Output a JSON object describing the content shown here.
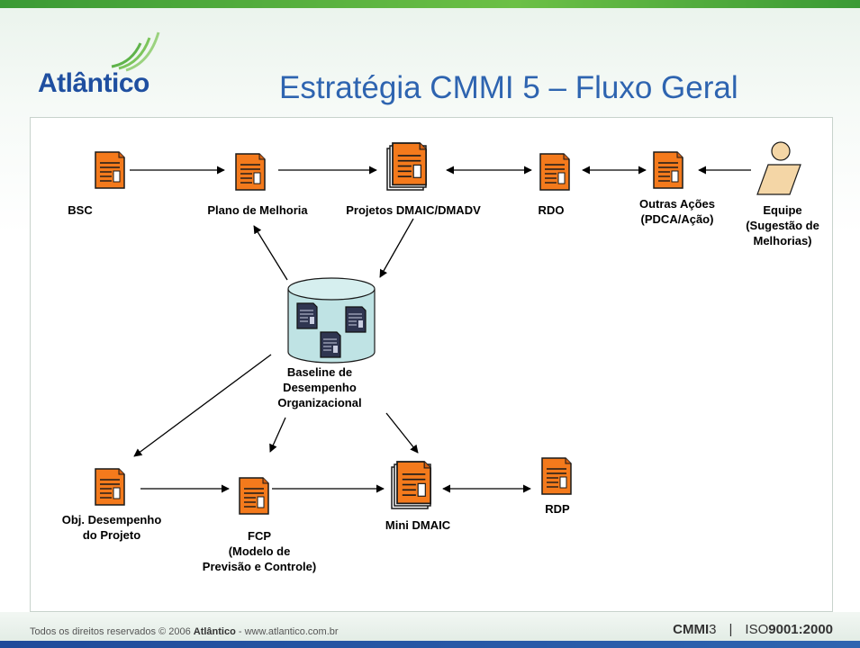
{
  "header": {
    "logo_text": "Atlântico",
    "title": "Estratégia CMMI 5 – Fluxo Geral"
  },
  "diagram": {
    "nodes": {
      "bsc": "BSC",
      "plano": "Plano de Melhoria",
      "projetos": "Projetos DMAIC/DMADV",
      "rdo": "RDO",
      "outras": "Outras Ações\n(PDCA/Ação)",
      "equipe": "Equipe\n(Sugestão de\nMelhorias)",
      "baseline": "Baseline de\nDesempenho\nOrganizacional",
      "obj": "Obj. Desempenho\ndo Projeto",
      "fcp": "FCP\n(Modelo de\nPrevisão e Controle)",
      "mini": "Mini DMAIC",
      "rdp": "RDP"
    }
  },
  "footer": {
    "copyright_pre": "Todos os direitos reservados © 2006 ",
    "copyright_brand": "Atlântico",
    "copyright_post": " - www.atlantico.com.br",
    "cmmi_bold": "CMMI",
    "cmmi_level": "3",
    "separator": "|",
    "iso_pre": "ISO",
    "iso_bold": "9001:2000"
  },
  "colors": {
    "doc_fill": "#f47a1c",
    "doc_stroke": "#1a1a1a",
    "title": "#2e64b0",
    "accent_green": "#4aa83a"
  }
}
